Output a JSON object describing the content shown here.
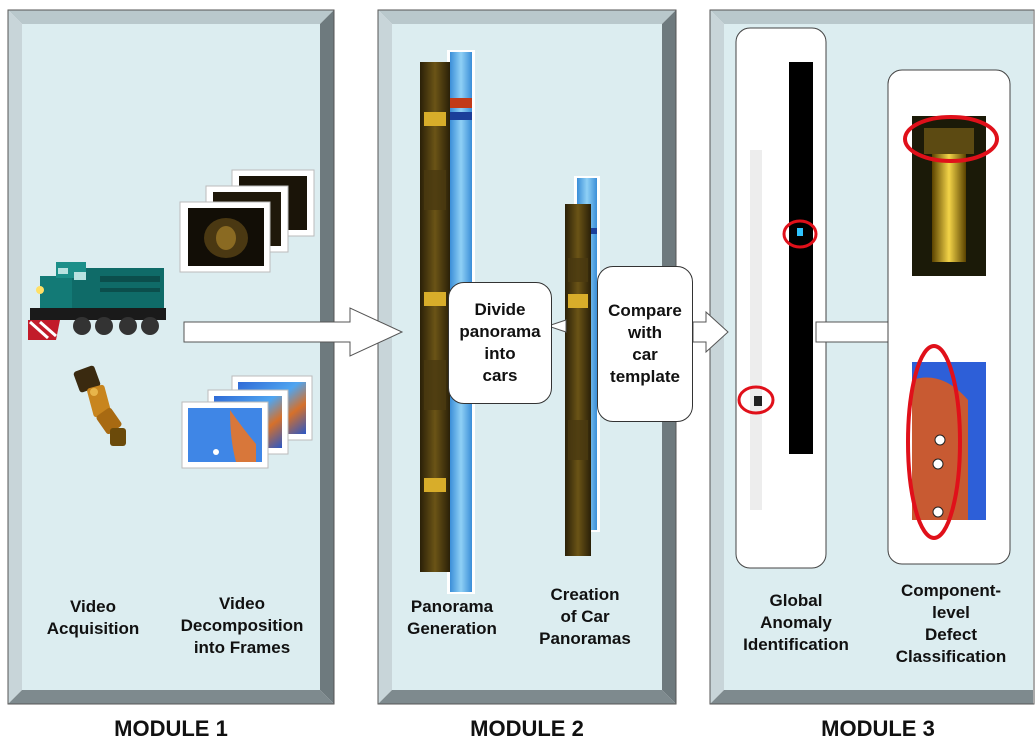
{
  "modules": [
    {
      "title": "MODULE 1",
      "labels": [
        "Video\nAcquisition",
        "Video\nDecomposition\ninto Frames"
      ]
    },
    {
      "title": "MODULE 2",
      "labels": [
        "Panorama\nGeneration",
        "Creation\nof Car\nPanoramas"
      ],
      "bubble": "Divide\npanorama\ninto\ncars"
    },
    {
      "title": "MODULE 3",
      "labels": [
        "Global\nAnomaly\nIdentification",
        "Component-\nlevel\nDefect\nClassification"
      ],
      "bubble": "Compare\nwith\ncar\ntemplate"
    }
  ],
  "colors": {
    "panel_fill": "#dcedf0",
    "panel_bevel_light": "#c9d6da",
    "panel_bevel_dark": "#6f7c80",
    "highlight_circle": "#e0101a",
    "arrow_fill": "#ffffff"
  },
  "icons": [
    "locomotive-icon",
    "robot-arm-icon"
  ]
}
